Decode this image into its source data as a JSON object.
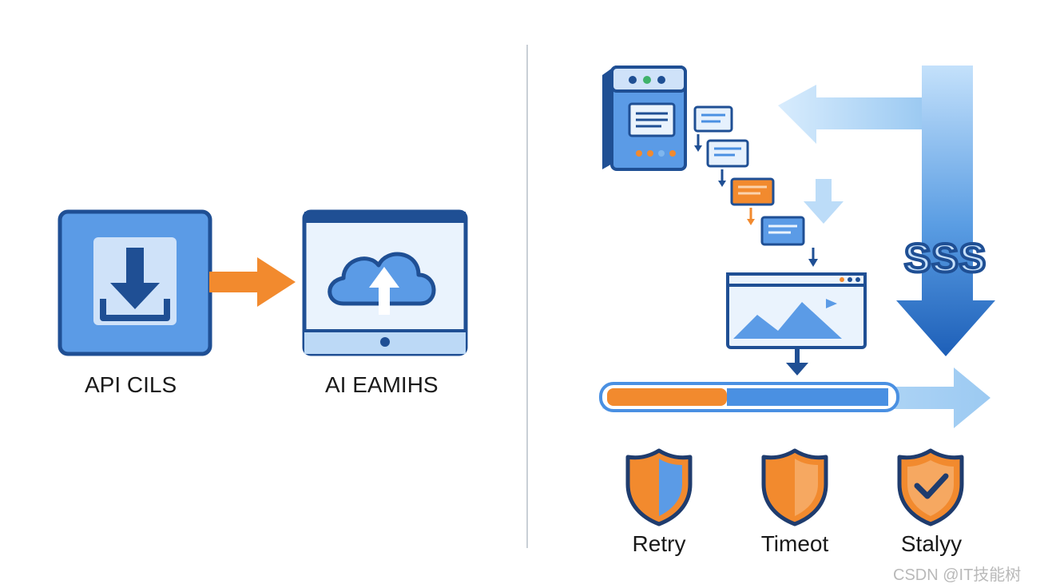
{
  "left_panel": {
    "source": {
      "label": "API CILS",
      "icon": "download-icon"
    },
    "target": {
      "label": "AI EAMIHS",
      "icon": "cloud-upload-icon"
    },
    "connector": {
      "icon": "arrow-right-icon"
    }
  },
  "right_panel": {
    "server_icon": "server-icon",
    "stack_badge": "SSS",
    "image_window_icon": "image-window-icon",
    "progress": {
      "orange_fraction": 0.42,
      "blue_fraction": 0.58
    },
    "shields": [
      {
        "label": "Retry",
        "icon": "shield-icon"
      },
      {
        "label": "Timeot",
        "icon": "shield-icon"
      },
      {
        "label": "Stalуy",
        "icon": "shield-check-icon"
      }
    ]
  },
  "watermark": "CSDN @IT技能树",
  "colors": {
    "dark_blue": "#1f5aa6",
    "mid_blue": "#4a90e2",
    "light_blue": "#d6e8fb",
    "orange": "#f28a2e",
    "pale_blue": "#a8d0f5"
  }
}
